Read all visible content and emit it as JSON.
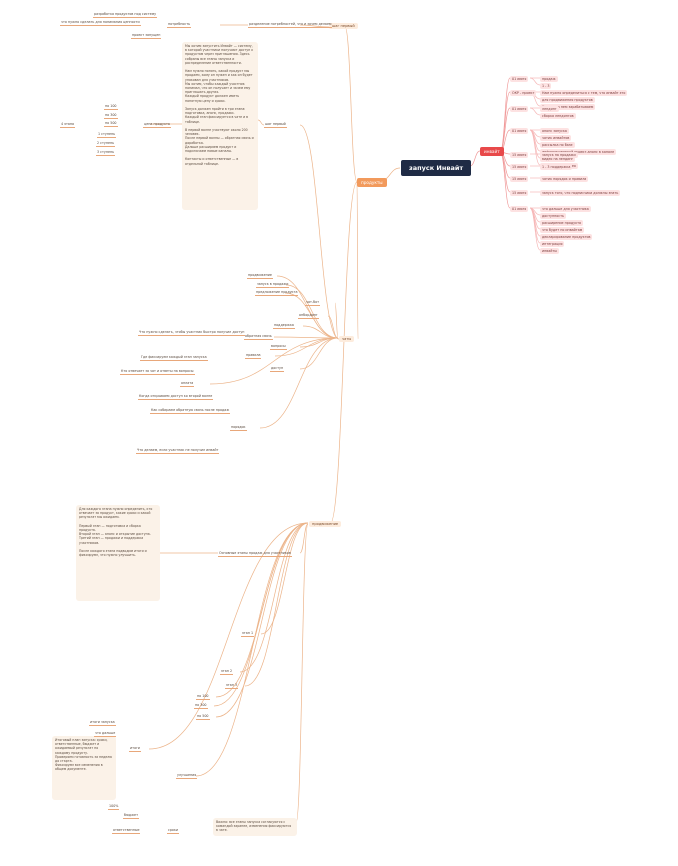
{
  "mindmap": {
    "root": "запуск Инвайт",
    "left_hub": "продукты",
    "right_hub": "инвайт",
    "left_sub": {
      "top": "шаг первый",
      "mid": "чаты",
      "bottom": "продвижение"
    },
    "right_items": [
      {
        "label": "01 июня",
        "children": [
          "продаж",
          "1 - 3"
        ]
      },
      {
        "label": "ОКР - проект",
        "children": [
          "Нам нужно определиться с тем, что инвайт это",
          "для продвижения продуктов",
          "Как мы на нем зарабатываем"
        ]
      },
      {
        "label": "01 июня",
        "children": [
          "лендинг",
          "сборка лендингов"
        ]
      },
      {
        "label": "01 июня",
        "children": [
          "анонс запуска",
          "чатик инвайтов",
          "рассылка по базе",
          "информационный проект-анонс в канале",
          "видео на лендинг",
          "продуктовое видео"
        ]
      },
      {
        "label": "15 июня",
        "children": [
          "запуск на продажи"
        ]
      },
      {
        "label": "15 июня",
        "children": [
          "1 - 3 поддержка"
        ]
      },
      {
        "label": "15 июня",
        "children": [
          "чатик порядок и правила"
        ]
      },
      {
        "label": "15 июня",
        "children": [
          "запуск того, что подписчики должны знать"
        ]
      },
      {
        "label": "01 июля",
        "children": [
          "что дальше для участника",
          "доступность",
          "расширение продукта",
          "что будет по инвайтам",
          "декларирование продуктов",
          "интеграция",
          "инвайты"
        ]
      }
    ],
    "left_top": {
      "title": "разделение потребностей, что и зачем делаем",
      "branches": [
        "потребность",
        "разработка продуктов под систему",
        "что нужно сделать для понимания ценности",
        "проект запущен"
      ]
    },
    "left_block1": "Мы хотим запустить Инвайт — систему, в которой участники получают доступ к продуктам через приглашения. Здесь собраны все этапы запуска и распределение ответственности.\n\nНам нужно понять, какой продукт мы продаем, кому он нужен и как он будет упакован для участников.\nМы хотим, чтобы каждый участник понимал, что он получает и зачем ему приглашать других.\nКаждый продукт должен иметь понятную цену и сроки.\n\nЗапуск должен пройти в три этапа: подготовка, анонс, продажи.\nКаждый этап фиксируется в чате и в таблице.\n\nВ первой волне участвуют около 200 человек.\nПосле первой волны — обратная связь и доработка.\nДальше расширяем продукт и подключаем новые каналы.\n\nКонтакты и ответственные — в отдельной таблице.",
    "left_block1_side": [
      "по 100",
      "по 300",
      "по 500",
      "цена продукта",
      "1 ступень",
      "2 ступень",
      "3 ступень",
      "4 этапа"
    ],
    "left_mid_labels": [
      "продвижение",
      "запуск в продажи",
      "предложение продукта",
      "чат-бот",
      "онбординг",
      "поддержка",
      "обратная связь",
      "вопросы",
      "правила",
      "доступ",
      "оплата",
      "порядок"
    ],
    "left_mid_notes": [
      "Что нужно сделать, чтобы участник быстро получил доступ",
      "Где фиксируем каждый этап запуска",
      "Кто отвечает за чат и ответы на вопросы",
      "Когда открываем доступ ко второй волне",
      "Как собираем обратную связь после продаж",
      "Что делаем, если участник не получил инвайт"
    ],
    "left_lower": {
      "title": "Основные этапы продаж для участников",
      "block": "Для каждого этапа нужно определить, кто отвечает за продукт, какие сроки и какой результат мы ожидаем.\n\nПервый этап — подготовка и сборка продукта.\nВторой этап — анонс и открытие доступа.\nТретий этап — продажи и поддержка участников.\n\nПосле каждого этапа подводим итоги и фиксируем, что нужно улучшить.",
      "labels": [
        "этап 1",
        "этап 2",
        "этап 3",
        "по 100",
        "по 300",
        "по 500",
        "итоги",
        "улучшения"
      ]
    },
    "left_bottom": {
      "block": "Итоговый план запуска: сроки, ответственные, бюджет и ожидаемый результат по каждому продукту.\nПроверяем готовность за неделю до старта.\nФиксируем все изменения в общем документе.",
      "labels": [
        "итоги запуска",
        "что дальше",
        "100%",
        "бюджет",
        "сроки",
        "ответственные"
      ],
      "bottom_note": "Важно: все этапы запуска согласуются с командой заранее, изменения фиксируются в чате."
    }
  }
}
